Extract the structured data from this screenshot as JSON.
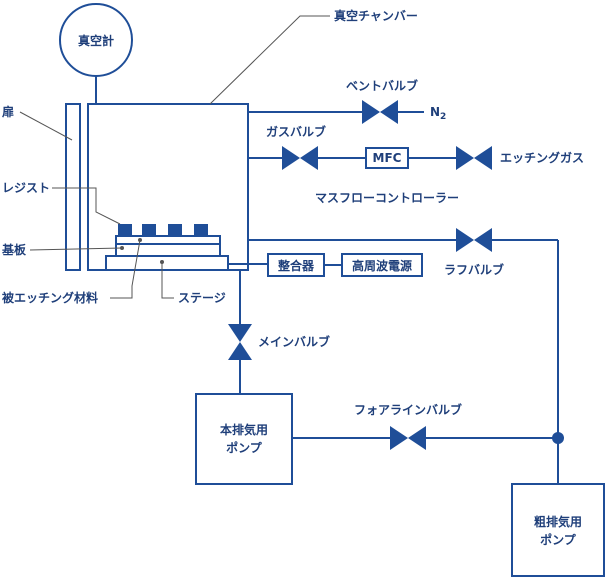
{
  "labels": {
    "vacuum_gauge": "真空計",
    "vacuum_chamber": "真空チャンバー",
    "vent_valve": "ベントバルブ",
    "n2_main": "N",
    "n2_sub": "2",
    "gas_valve": "ガスバルブ",
    "mfc": "MFC",
    "etching_gas": "エッチングガス",
    "mass_flow_controller": "マスフローコントローラー",
    "door": "扉",
    "resist": "レジスト",
    "substrate": "基板",
    "etched_material": "被エッチング材料",
    "stage": "ステージ",
    "matching_box": "整合器",
    "rf_power": "高周波電源",
    "rough_valve": "ラフバルブ",
    "main_valve": "メインバルブ",
    "foreline_valve": "フォアラインバルブ",
    "main_pump_line1": "本排気用",
    "main_pump_line2": "ポンプ",
    "rough_pump_line1": "粗排気用",
    "rough_pump_line2": "ポンプ"
  },
  "colors": {
    "line": "#1f4e98",
    "text": "#1f3f7a",
    "leader": "#555555"
  }
}
